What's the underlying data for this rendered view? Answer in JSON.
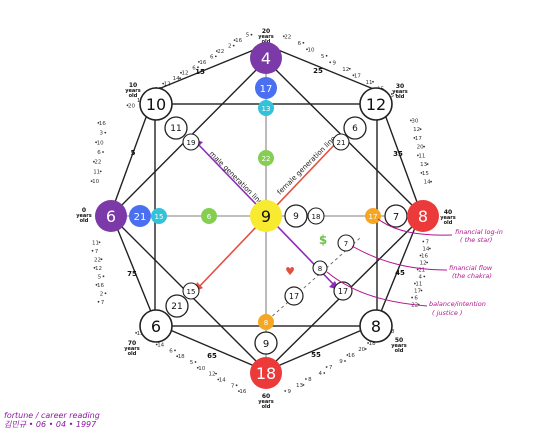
{
  "circles": {
    "top": "4",
    "top_inner": "17",
    "top_inner2": "13",
    "center_up": "22",
    "left": "6",
    "left_inner": "21",
    "left_inner2": "15",
    "center_left": "6",
    "center": "9",
    "center_right1": "9",
    "center_right2": "18",
    "right_inner": "17",
    "right_mid": "7",
    "right": "8",
    "bottom": "18",
    "bottom_inner": "9",
    "bottom_inner2": "8",
    "tl": "10",
    "tl_inner": "11",
    "tl_inner2": "19",
    "tr": "12",
    "tr_inner": "6",
    "tr_inner2": "21",
    "bl": "6",
    "bl_inner": "21",
    "bl_inner2": "15",
    "br": "8",
    "br_inner": "17",
    "br_inner2": "17",
    "lower_left": "17",
    "lower_mid": "8",
    "lower_right": "7"
  },
  "lines": {
    "male": "male generation line",
    "female": "female generation line"
  },
  "symbols": {
    "dollar": "$",
    "heart": "♥"
  },
  "ages": {
    "top": [
      "20",
      "years",
      "old"
    ],
    "right": [
      "40",
      "years",
      "old"
    ],
    "bottom": [
      "60",
      "years",
      "old"
    ],
    "left": [
      "0",
      "years",
      "old"
    ],
    "tr": [
      "30",
      "years",
      "old"
    ],
    "br": [
      "50",
      "years",
      "old"
    ],
    "bl": [
      "70",
      "years",
      "old"
    ],
    "tl": [
      "10",
      "years",
      "old"
    ]
  },
  "mid_ages": {
    "a": "15",
    "b": "25",
    "c": "35",
    "d": "45",
    "e": "55",
    "f": "65",
    "g": "75",
    "h": "5"
  },
  "ring_numbers": {
    "top_left": [
      "20",
      "14",
      "6",
      "18",
      "12",
      "14",
      "12",
      "6",
      "16",
      "6",
      "22",
      "2",
      "16",
      "5"
    ],
    "top_right": [
      "22",
      "6",
      "10",
      "5",
      "9",
      "12",
      "17",
      "11",
      "15",
      "5"
    ],
    "right_upper": [
      "30",
      "12",
      "17",
      "20",
      "11",
      "13",
      "15",
      "14"
    ],
    "right_lower": [
      "7",
      "14",
      "16",
      "12",
      "21",
      "4",
      "11",
      "17",
      "6",
      "22"
    ],
    "bottom_right": [
      "8",
      "14",
      "18",
      "20",
      "16",
      "9",
      "7",
      "4",
      "8",
      "13",
      "9"
    ],
    "bottom_left": [
      "16",
      "7",
      "14",
      "12",
      "10",
      "5",
      "18",
      "6",
      "14",
      "11",
      "15"
    ],
    "left_lower": [
      "7",
      "2",
      "16",
      "5",
      "12",
      "22",
      "7",
      "11"
    ],
    "left_upper": [
      "10",
      "11",
      "22",
      "6",
      "10",
      "3",
      "16"
    ]
  },
  "annotations": {
    "financial_login": [
      "financial log-in",
      "( the star)"
    ],
    "financial_flow": [
      "financial flow",
      "(the chakra)"
    ],
    "balance": [
      "balance/intention",
      "( justice )"
    ]
  },
  "caption": {
    "line1": "fortune / career reading",
    "line2": "김민규 • 06 • 04 • 1997"
  }
}
